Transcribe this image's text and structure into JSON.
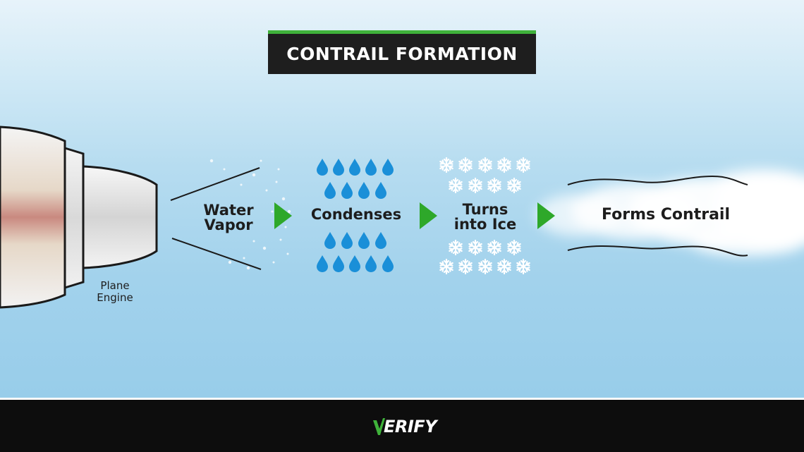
{
  "title": "CONTRAIL FORMATION",
  "engine": {
    "label": "Plane\nEngine"
  },
  "steps": [
    {
      "label": "Water\nVapor"
    },
    {
      "label": "Condenses"
    },
    {
      "label": "Turns\ninto Ice"
    },
    {
      "label": "Forms Contrail"
    }
  ],
  "footer": {
    "brand_mark": "V",
    "brand_rest": "ERIFY"
  },
  "colors": {
    "accent_green": "#3fb23a",
    "title_bg": "#1e1e1e",
    "drop_blue": "#1a8fd8",
    "footer_bg": "#0d0d0d"
  },
  "icons": [
    "engine-icon",
    "arrow-right-icon",
    "water-drop-icon",
    "snowflake-icon",
    "cloud-trail-icon",
    "verify-check-icon"
  ]
}
